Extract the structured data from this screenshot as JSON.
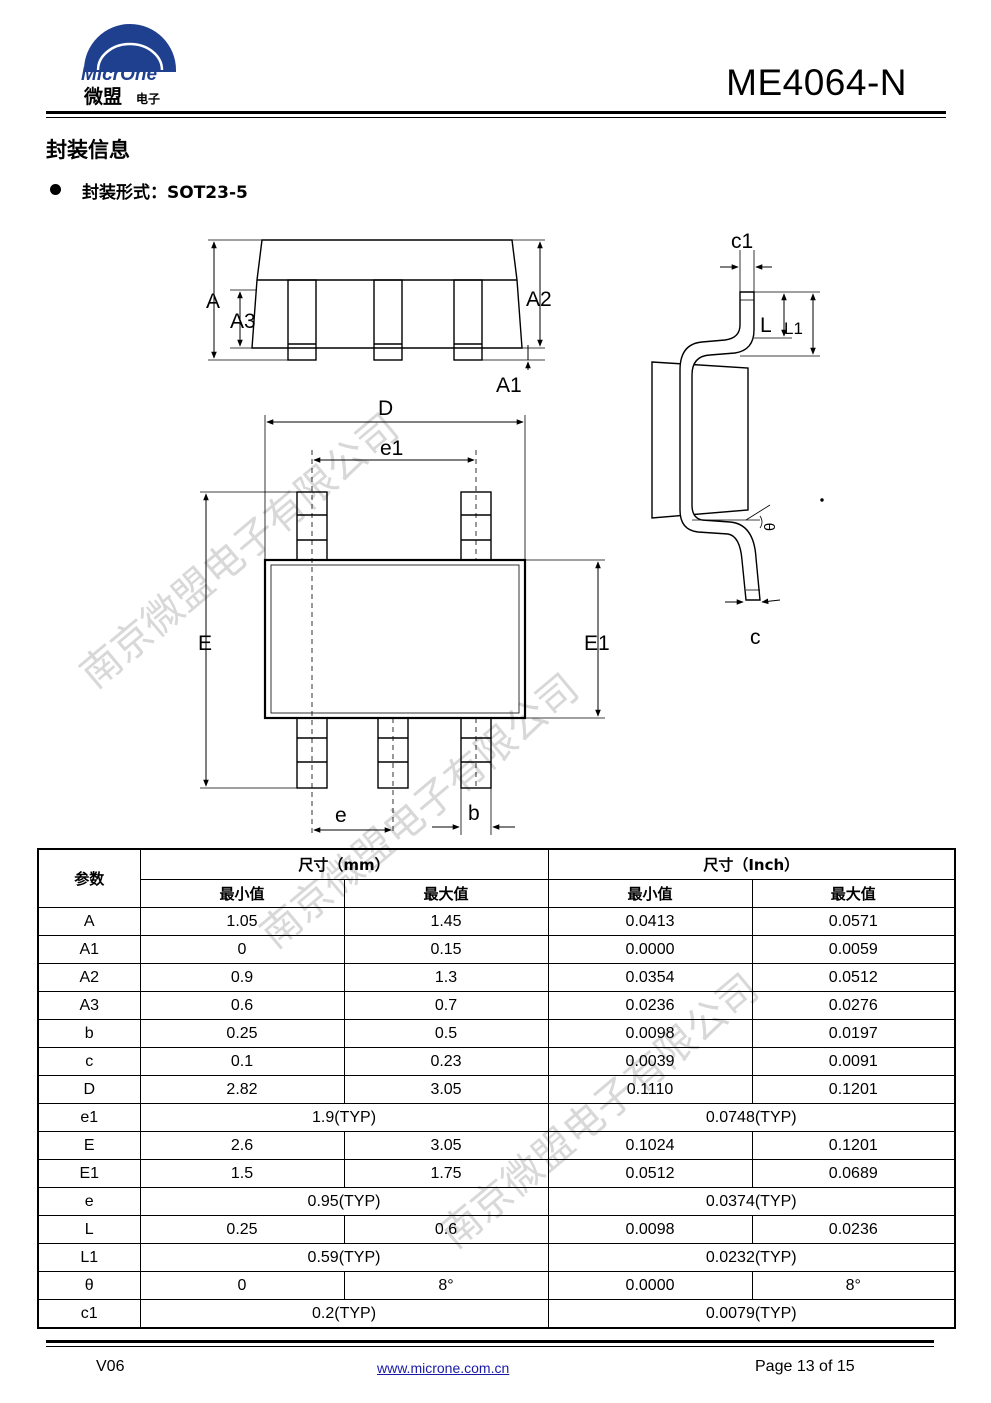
{
  "header": {
    "logo_text_latin": "MicrOne",
    "logo_text_cn": "微盟",
    "logo_text_cn_small": "电子",
    "part_number": "ME4064-N"
  },
  "section": {
    "title": "封装信息",
    "package_line": "封装形式：SOT23-5"
  },
  "drawing_labels": {
    "A": "A",
    "A1": "A1",
    "A2": "A2",
    "A3": "A3",
    "D": "D",
    "e1": "e1",
    "E": "E",
    "E1": "E1",
    "e": "e",
    "b": "b",
    "c1": "c1",
    "L": "L",
    "L1": "L1",
    "theta": "θ",
    "c": "c"
  },
  "watermark_text": "南京微盟电子有限公司",
  "table": {
    "param_header": "参数",
    "mm_header": "尺寸（mm）",
    "inch_header": "尺寸（Inch）",
    "min_label": "最小值",
    "max_label": "最大值",
    "rows": [
      {
        "param": "A",
        "mm_min": "1.05",
        "mm_max": "1.45",
        "in_min": "0.0413",
        "in_max": "0.0571"
      },
      {
        "param": "A1",
        "mm_min": "0",
        "mm_max": "0.15",
        "in_min": "0.0000",
        "in_max": "0.0059"
      },
      {
        "param": "A2",
        "mm_min": "0.9",
        "mm_max": "1.3",
        "in_min": "0.0354",
        "in_max": "0.0512"
      },
      {
        "param": "A3",
        "mm_min": "0.6",
        "mm_max": "0.7",
        "in_min": "0.0236",
        "in_max": "0.0276"
      },
      {
        "param": "b",
        "mm_min": "0.25",
        "mm_max": "0.5",
        "in_min": "0.0098",
        "in_max": "0.0197"
      },
      {
        "param": "c",
        "mm_min": "0.1",
        "mm_max": "0.23",
        "in_min": "0.0039",
        "in_max": "0.0091"
      },
      {
        "param": "D",
        "mm_min": "2.82",
        "mm_max": "3.05",
        "in_min": "0.1110",
        "in_max": "0.1201"
      },
      {
        "param": "e1",
        "mm_typ": "1.9(TYP)",
        "in_typ": "0.0748(TYP)"
      },
      {
        "param": "E",
        "mm_min": "2.6",
        "mm_max": "3.05",
        "in_min": "0.1024",
        "in_max": "0.1201"
      },
      {
        "param": "E1",
        "mm_min": "1.5",
        "mm_max": "1.75",
        "in_min": "0.0512",
        "in_max": "0.0689"
      },
      {
        "param": "e",
        "mm_typ": "0.95(TYP)",
        "in_typ": "0.0374(TYP)"
      },
      {
        "param": "L",
        "mm_min": "0.25",
        "mm_max": "0.6",
        "in_min": "0.0098",
        "in_max": "0.0236"
      },
      {
        "param": "L1",
        "mm_typ": "0.59(TYP)",
        "in_typ": "0.0232(TYP)"
      },
      {
        "param": "θ",
        "mm_min": "0",
        "mm_max": "8°",
        "in_min": "0.0000",
        "in_max": "8°"
      },
      {
        "param": "c1",
        "mm_typ": "0.2(TYP)",
        "in_typ": "0.0079(TYP)"
      }
    ]
  },
  "footer": {
    "version": "V06",
    "url": "www.microne.com.cn",
    "page": "Page 13 of 15"
  },
  "colors": {
    "logo_blue": "#1f3f8f",
    "link_blue": "#1a1aa6",
    "watermark": "#d4d4d4"
  }
}
